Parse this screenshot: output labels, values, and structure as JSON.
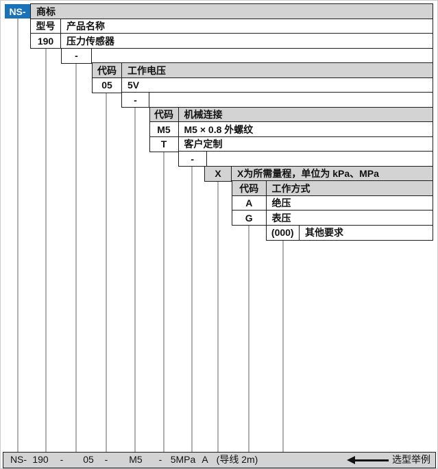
{
  "diagram": {
    "prefix": "NS-",
    "rows": [
      {
        "code": "",
        "desc": "商标"
      },
      {
        "code": "型号",
        "desc": "产品名称"
      },
      {
        "code": "190",
        "desc": "压力传感器"
      },
      {
        "code": "-",
        "desc": ""
      },
      {
        "code": "代码",
        "desc": "工作电压"
      },
      {
        "code": "05",
        "desc": "5V"
      },
      {
        "code": "-",
        "desc": ""
      },
      {
        "code": "代码",
        "desc": "机械连接"
      },
      {
        "code": "M5",
        "desc": "M5 × 0.8 外螺纹"
      },
      {
        "code": "T",
        "desc": "客户定制"
      },
      {
        "code": "-",
        "desc": ""
      },
      {
        "code": "X",
        "desc": "X为所需量程，单位为 kPa、MPa"
      },
      {
        "code": "代码",
        "desc": "工作方式"
      },
      {
        "code": "A",
        "desc": "绝压"
      },
      {
        "code": "G",
        "desc": "表压"
      },
      {
        "code": "(000)",
        "desc": "其他要求"
      }
    ],
    "example": {
      "tokens": [
        "NS-",
        "190",
        "-",
        "05",
        "-",
        "M5",
        "-",
        "5MPa",
        "A",
        "(导线 2m)"
      ],
      "label": "选型举例"
    },
    "colors": {
      "accent_blue": "#1a72b8",
      "header_gray": "#d3d3d3",
      "connector_gray": "#b0b0b2"
    }
  }
}
